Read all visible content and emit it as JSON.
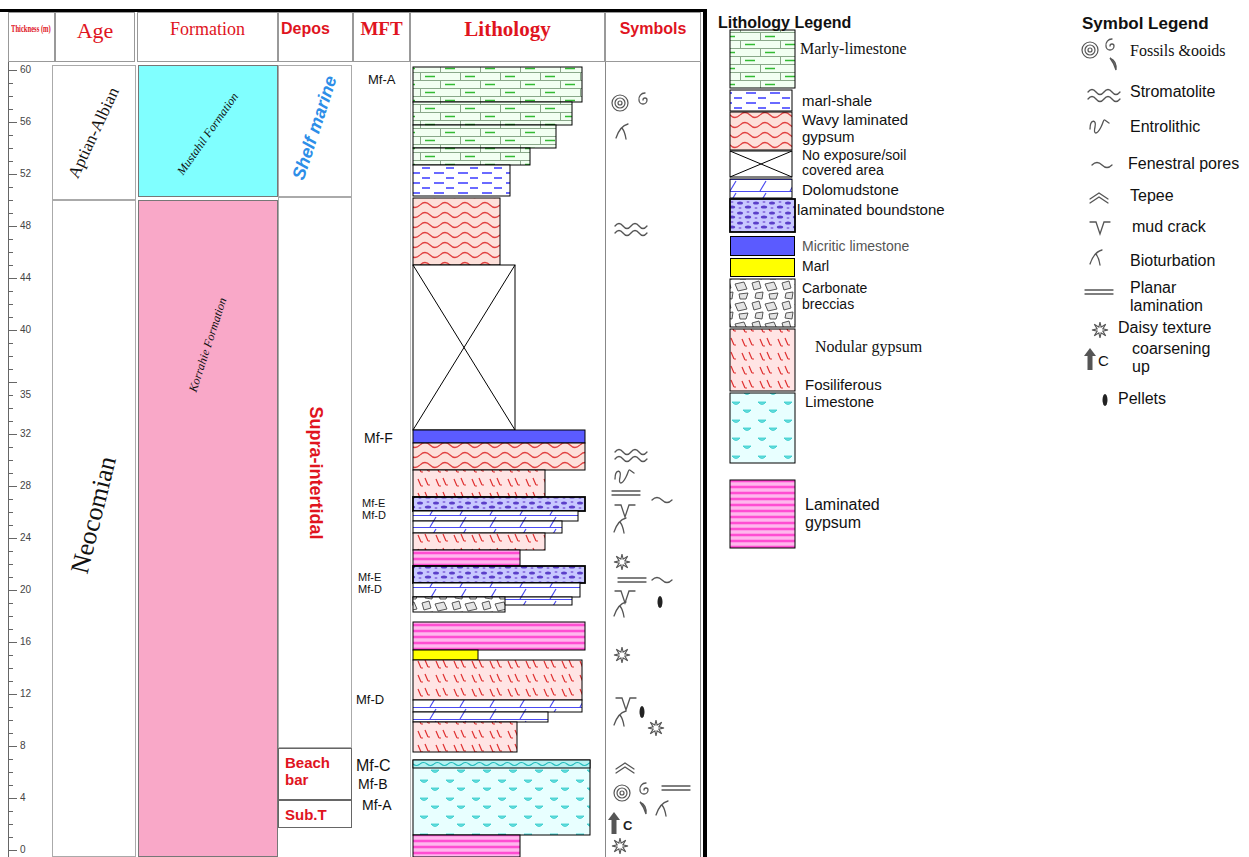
{
  "diagram": {
    "nodes": [
      {
        "text": [
          "Thickness (m)"
        ]
      },
      {
        "text": [
          "Age"
        ]
      },
      {
        "text": [
          "Formation"
        ]
      },
      {
        "text": [
          "Depos"
        ]
      },
      {
        "text": [
          "MFT"
        ]
      },
      {
        "text": [
          "Lithology"
        ]
      },
      {
        "text": [
          "Symbols"
        ]
      },
      {
        "text": [
          "Aptian-Albian"
        ]
      },
      {
        "text": [
          "Neocomian"
        ]
      },
      {
        "text": [
          "Mustahil Formation"
        ]
      },
      {
        "text": [
          "Korrahie Formation"
        ]
      },
      {
        "text": [
          "Shelf marine"
        ]
      },
      {
        "text": [
          "Supra-intertidal"
        ]
      },
      {
        "text": [
          "Beach bar"
        ]
      },
      {
        "text": [
          "Sub.T"
        ]
      }
    ],
    "labels": [
      "60",
      "56",
      "52",
      "48",
      "44",
      "40",
      "35",
      "32",
      "28",
      "24",
      "20",
      "16",
      "12",
      "8",
      "4",
      "0",
      "Mf-A",
      "Mf-F",
      "Mf-E",
      "Mf-D",
      "Mf-E",
      "Mf-D",
      "Mf-D",
      "Mf-C",
      "Mf-B",
      "Mf-A",
      "C",
      "Lithology Legend",
      "Symbol Legend",
      "C"
    ],
    "legend": [
      {
        "text": "Marly-limestone"
      },
      {
        "text": "marl-shale"
      },
      {
        "text": "Wavy laminated gypsum"
      },
      {
        "text": "No exposure/soil covered area"
      },
      {
        "text": "Dolomudstone"
      },
      {
        "text": "laminated boundstone"
      },
      {
        "text": "Micritic limestone",
        "color": "#5b5bff"
      },
      {
        "text": "Marl",
        "color": "#ffff00"
      },
      {
        "text": "Carbonate breccias"
      },
      {
        "text": "Nodular gypsum"
      },
      {
        "text": "Fosiliferous Limestone"
      },
      {
        "text": "Laminated gypsum"
      },
      {
        "text": "Fossils &ooids"
      },
      {
        "text": "Stromatolite"
      },
      {
        "text": "Entrolithic"
      },
      {
        "text": "Fenestral pores"
      },
      {
        "text": "Tepee"
      },
      {
        "text": "mud crack"
      },
      {
        "text": "Bioturbation"
      },
      {
        "text": "Planar lamination"
      },
      {
        "text": "Daisy texture"
      },
      {
        "text": "coarsening up"
      },
      {
        "text": "Pellets"
      }
    ]
  }
}
